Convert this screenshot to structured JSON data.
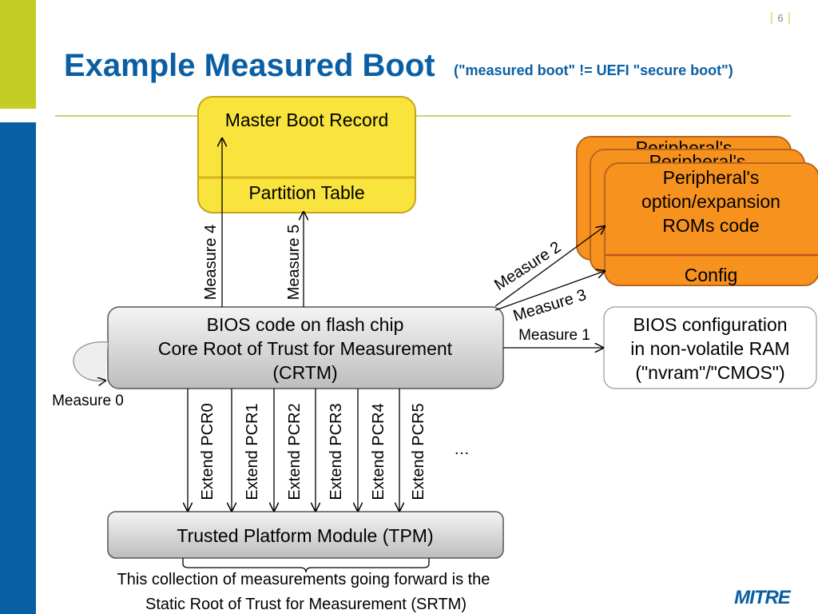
{
  "slide": {
    "page_number": "6",
    "title": "Example Measured Boot",
    "subtitle": "(\"measured boot\" != UEFI \"secure boot\")",
    "logo": "MITRE",
    "colors": {
      "brand_blue": "#0a5fa4",
      "accent_green": "#c3cd25",
      "mbr_yellow": "#f8e43c",
      "rom_orange": "#f7921e"
    }
  },
  "diagram": {
    "mbr": {
      "top": "Master Boot Record",
      "bottom": "Partition Table"
    },
    "rom_back1": "Peripheral's",
    "rom_back2": "Peripheral's",
    "rom": {
      "line1": "Peripheral's",
      "line2": "option/expansion",
      "line3": "ROMs code",
      "bottom": "Config"
    },
    "bios": {
      "line1": "BIOS code on flash chip",
      "line2": "Core Root of Trust for Measurement",
      "line3": "(CRTM)"
    },
    "nvram": {
      "line1": "BIOS configuration",
      "line2": "in non-volatile RAM",
      "line3": "(\"nvram\"/\"CMOS\")"
    },
    "tpm": "Trusted Platform Module (TPM)",
    "measures": [
      "Measure 0",
      "Measure 1",
      "Measure 2",
      "Measure 3",
      "Measure 4",
      "Measure 5"
    ],
    "extends": [
      "Extend PCR0",
      "Extend PCR1",
      "Extend PCR2",
      "Extend PCR3",
      "Extend PCR4",
      "Extend PCR5"
    ],
    "ellipsis": "…",
    "caption": {
      "line1": "This collection of measurements going forward is the",
      "line2": "Static Root of Trust for Measurement (SRTM)"
    }
  }
}
